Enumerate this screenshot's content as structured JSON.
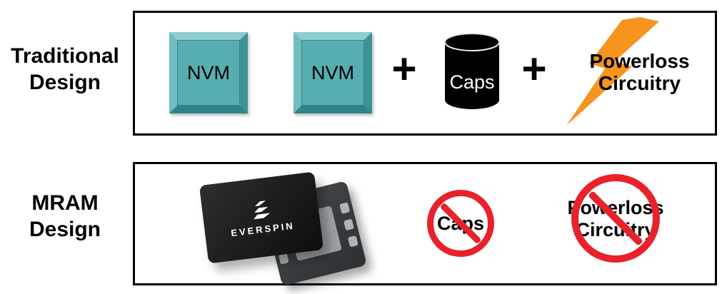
{
  "colors": {
    "nvm_teal": "#56AEB2",
    "nvm_teal_light": "#8FCCCF",
    "nvm_teal_mid_light": "#6FBDC0",
    "nvm_teal_dark": "#2E8488",
    "nvm_teal_dark2": "#3C9397",
    "bolt_orange": "#F7941E",
    "prohibition_red": "#E8212B",
    "panel_border": "#000000"
  },
  "traditional": {
    "label_line1": "Traditional",
    "label_line2": "Design",
    "nvm1": "NVM",
    "nvm2": "NVM",
    "plus1": "+",
    "caps": "Caps",
    "plus2": "+",
    "powerloss_line1": "Powerloss",
    "powerloss_line2": "Circuitry"
  },
  "mram": {
    "label_line1": "MRAM",
    "label_line2": "Design",
    "chip_brand": "EVERSPIN",
    "caps": "Caps",
    "powerloss_line1": "Powerloss",
    "powerloss_line2": "Circuitry"
  }
}
